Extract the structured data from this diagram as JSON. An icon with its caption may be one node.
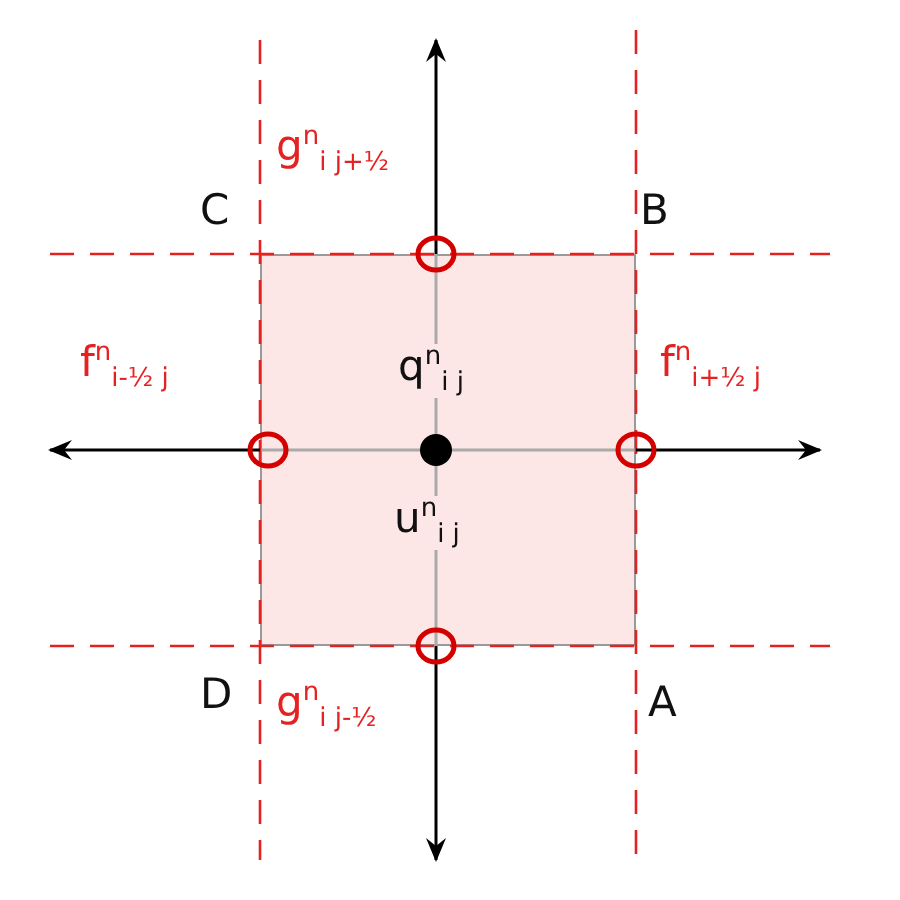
{
  "diagram": {
    "nodes": [
      {
        "text": [
          "q$^{n}$$_{i j}$",
          "u$^{n}$$_{i j}$"
        ]
      }
    ],
    "labels": [
      "g$^{n}$$_{i j+½}$",
      "C",
      "B",
      "f$^{n}$$_{i-½ j}$",
      "f$^{n}$$_{i+½ j}$",
      "D",
      "g$^{n}$$_{i j-½}$",
      "A"
    ]
  }
}
